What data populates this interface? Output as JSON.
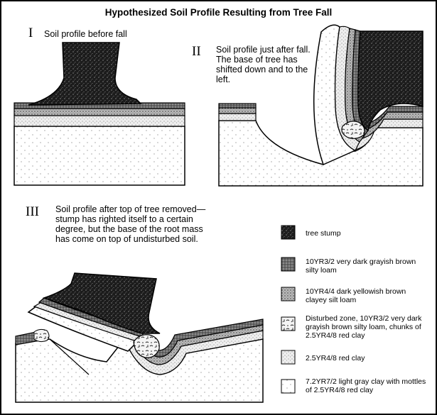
{
  "title": "Hypothesized Soil Profile Resulting from Tree Fall",
  "panels": [
    {
      "numeral": "I",
      "caption": "Soil profile before fall"
    },
    {
      "numeral": "II",
      "caption": "Soil profile just after fall. The base of tree has shifted down and to the left."
    },
    {
      "numeral": "III",
      "caption": "Soil profile after top of tree removed—stump has righted itself to a certain degree, but the base of the root mass has come on top of undisturbed soil."
    }
  ],
  "legend": [
    {
      "label": "tree stump",
      "pattern": "stump-pattern"
    },
    {
      "label": "10YR3/2 very dark grayish brown silty loam",
      "pattern": "dark-loam-pattern"
    },
    {
      "label": "10YR4/4 dark yellowish brown clayey silt loam",
      "pattern": "yellow-loam-pattern"
    },
    {
      "label": "Disturbed zone, 10YR3/2 very dark grayish brown silty loam, chunks of 2.5YR4/8 red clay",
      "pattern": "disturbed-pattern"
    },
    {
      "label": "2.5YR4/8 red clay",
      "pattern": "red-clay-pattern"
    },
    {
      "label": "7.2YR7/2 light gray clay with mottles of 2.5YR4/8 red clay",
      "pattern": "gray-clay-pattern"
    }
  ]
}
